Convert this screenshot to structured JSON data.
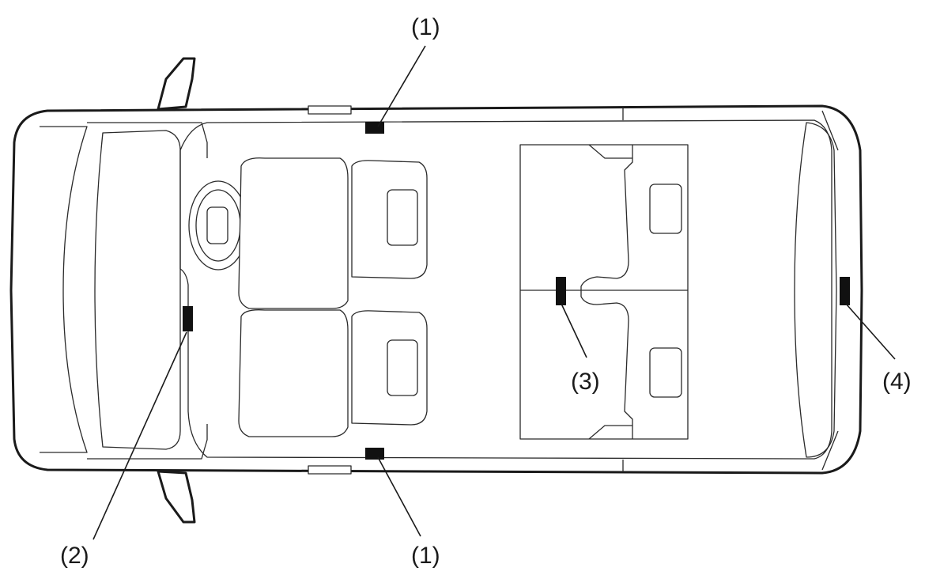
{
  "callouts": {
    "c1_top": "(1)",
    "c1_bottom": "(1)",
    "c2": "(2)",
    "c3": "(3)",
    "c4": "(4)"
  },
  "colors": {
    "line": "#1a1a1a",
    "module": "#111111",
    "background": "#ffffff"
  }
}
